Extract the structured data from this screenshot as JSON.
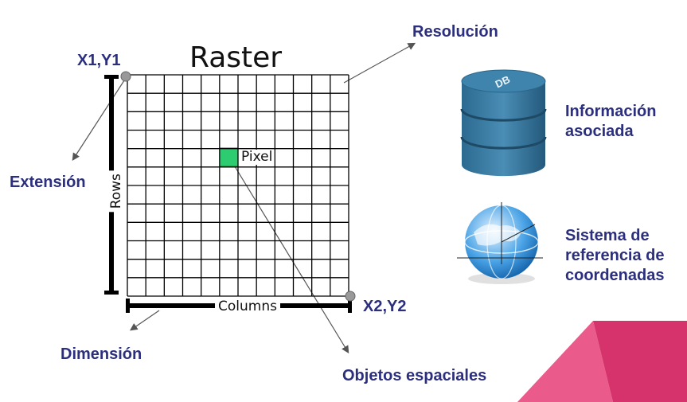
{
  "title": "Raster",
  "labels": {
    "resolucion": "Resolución",
    "x1y1": "X1,Y1",
    "extension": "Extensión",
    "pixel": "Pixel",
    "rows": "Rows",
    "columns": "Columns",
    "x2y2": "X2,Y2",
    "dimension": "Dimensión",
    "objetos": "Objetos espaciales",
    "informacion_line1": "Información",
    "informacion_line2": "asociada",
    "sistema_line1": "Sistema de",
    "sistema_line2": "referencia de",
    "sistema_line3": "coordenadas",
    "db_badge": "DB"
  },
  "colors": {
    "label": "#2b2f7e",
    "pixel_fill": "#2ecc71",
    "db_body": "#3b7aa0",
    "corner_pink": "#ea5a8a",
    "corner_magenta": "#d6336c"
  },
  "grid": {
    "rows": 12,
    "cols": 12,
    "highlight_row": 4,
    "highlight_col": 5
  }
}
